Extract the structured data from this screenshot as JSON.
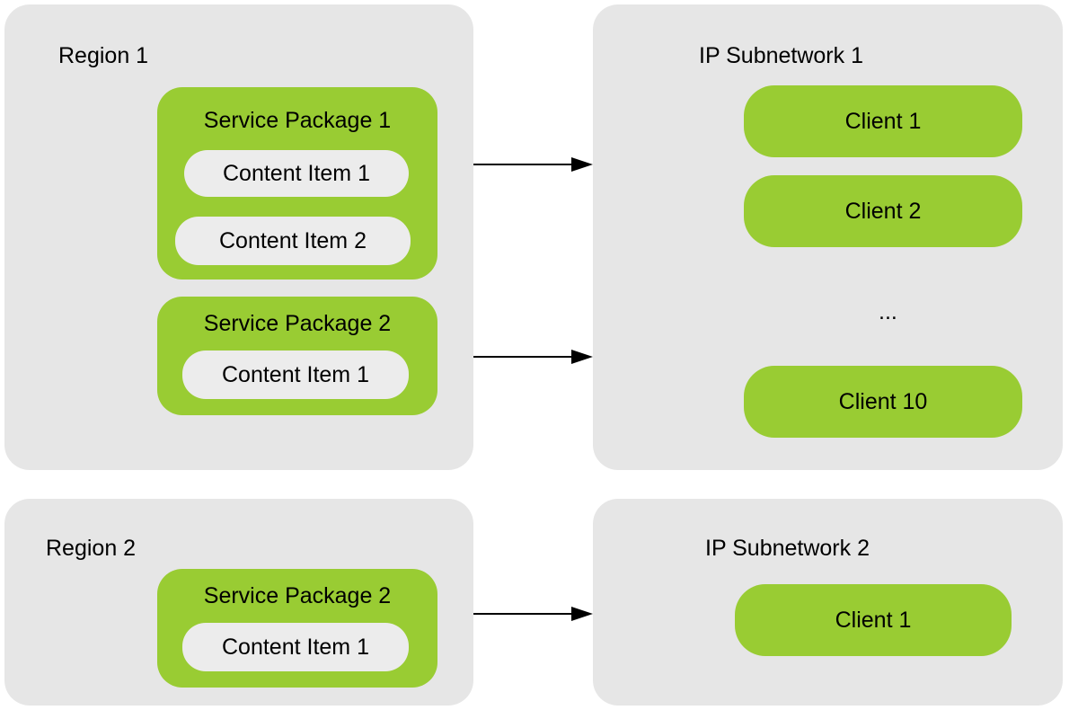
{
  "colors": {
    "panel": "#e6e6e6",
    "package": "#99cc33",
    "content_item": "#ececec",
    "client": "#99cc33",
    "arrow": "#000000"
  },
  "regions": [
    {
      "label": "Region 1",
      "packages": [
        {
          "label": "Service Package 1",
          "items": [
            "Content Item 1",
            "Content Item 2"
          ]
        },
        {
          "label": "Service Package 2",
          "items": [
            "Content Item 1"
          ]
        }
      ]
    },
    {
      "label": "Region 2",
      "packages": [
        {
          "label": "Service Package 2",
          "items": [
            "Content Item 1"
          ]
        }
      ]
    }
  ],
  "subnetworks": [
    {
      "label": "IP Subnetwork 1",
      "clients": [
        "Client 1",
        "Client 2",
        "Client 10"
      ],
      "ellipsis": "..."
    },
    {
      "label": "IP Subnetwork 2",
      "clients": [
        "Client 1"
      ]
    }
  ]
}
